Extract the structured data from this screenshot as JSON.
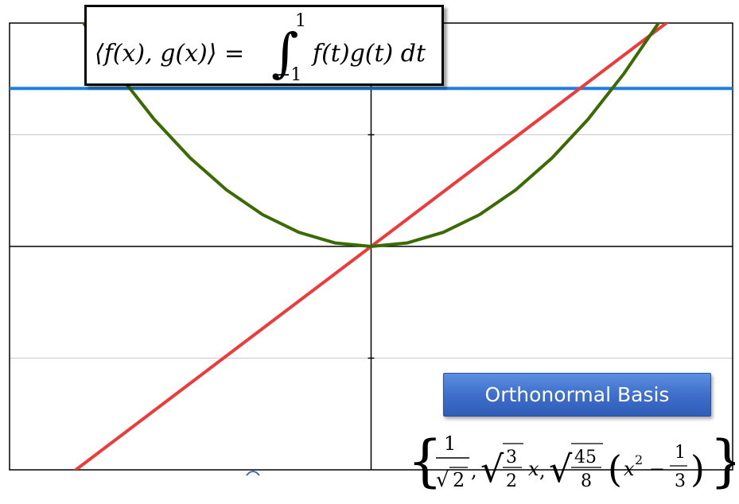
{
  "formula": {
    "lhs": "⟨f(x), g(x)⟩ =",
    "integral_sign": "∫",
    "upper_limit": "1",
    "lower_limit": "−1",
    "integrand": "f(t)g(t) dt"
  },
  "basis_button": {
    "label": "Orthonormal Basis",
    "color": "#3f6fcb"
  },
  "basis_set": {
    "open_brace": "{",
    "close_brace": "}",
    "term1_numerator": "1",
    "term1_root": "√",
    "term1_radicand": "2",
    "comma": ",",
    "term2_root": "√",
    "term2_numerator": "3",
    "term2_denominator": "2",
    "term2_var": "x",
    "term3_root": "√",
    "term3_numerator": "45",
    "term3_denominator": "8",
    "term3_open": "(",
    "term3_x": "x",
    "term3_exp": "2",
    "term3_minus": "−",
    "term3_frac_num": "1",
    "term3_frac_den": "3",
    "term3_close": ")"
  },
  "chart_data": {
    "type": "line",
    "xlim": [
      -1.0,
      1.0
    ],
    "ylim": [
      -1.0,
      1.0
    ],
    "grid": true,
    "series": [
      {
        "color": "#1e7fe0",
        "x": [
          -1.0,
          1.0
        ],
        "y": [
          0.7071,
          0.7071
        ]
      },
      {
        "color": "#ee3a3a",
        "x": [
          -1.0,
          1.0
        ],
        "y": [
          -1.2247,
          1.2247
        ]
      },
      {
        "color": "#3a6a00",
        "x": [
          -1.0,
          -0.9,
          -0.8,
          -0.7,
          -0.6,
          -0.5,
          -0.4,
          -0.3,
          -0.2,
          -0.1,
          0.0,
          0.1,
          0.2,
          0.3,
          0.4,
          0.5,
          0.6,
          0.7,
          0.8,
          0.9,
          1.0
        ],
        "y": [
          1.5811,
          1.2806,
          1.0119,
          0.7748,
          0.5692,
          0.3953,
          0.253,
          0.1423,
          0.0632,
          0.0158,
          0.0,
          0.0158,
          0.0632,
          0.1423,
          0.253,
          0.3953,
          0.5692,
          0.7748,
          1.0119,
          1.2806,
          1.5811
        ]
      }
    ]
  }
}
